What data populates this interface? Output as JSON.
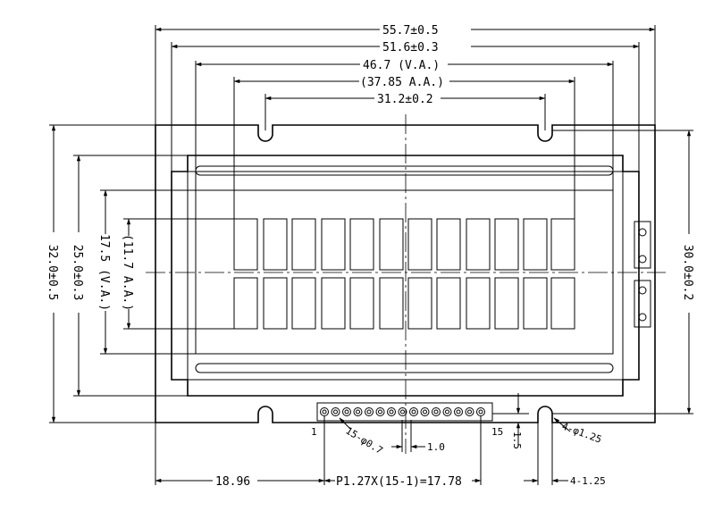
{
  "drawing": {
    "dimensions": {
      "outline_width": "55.7±0.5",
      "frame_width": "51.6±0.3",
      "viewing_area_width": "46.7 (V.A.)",
      "active_area_width": "(37.85 A.A.)",
      "mount_hole_spacing": "31.2±0.2",
      "outline_height": "32.0±0.5",
      "frame_height": "25.0±0.3",
      "viewing_area_height": "17.5 (V.A.)",
      "active_area_height": "(11.7 A.A.)",
      "hole_spacing_height": "30.0±0.2",
      "pin_offset": "18.96",
      "pin_pitch": "P1.27X(15-1)=17.78",
      "pin_hole_dia": "15-φ0.7",
      "pad_width": "1.0",
      "edge_offset": "1.5",
      "mount_hole_dia": "4-φ1.25",
      "mount_hole_offset": "4-1.25"
    },
    "pin_labels": {
      "first": "1",
      "last": "15"
    },
    "display": {
      "rows": 2,
      "columns": 12
    },
    "pins": {
      "count": 15
    },
    "colors": {
      "line": "#000000",
      "background": "#ffffff"
    }
  }
}
